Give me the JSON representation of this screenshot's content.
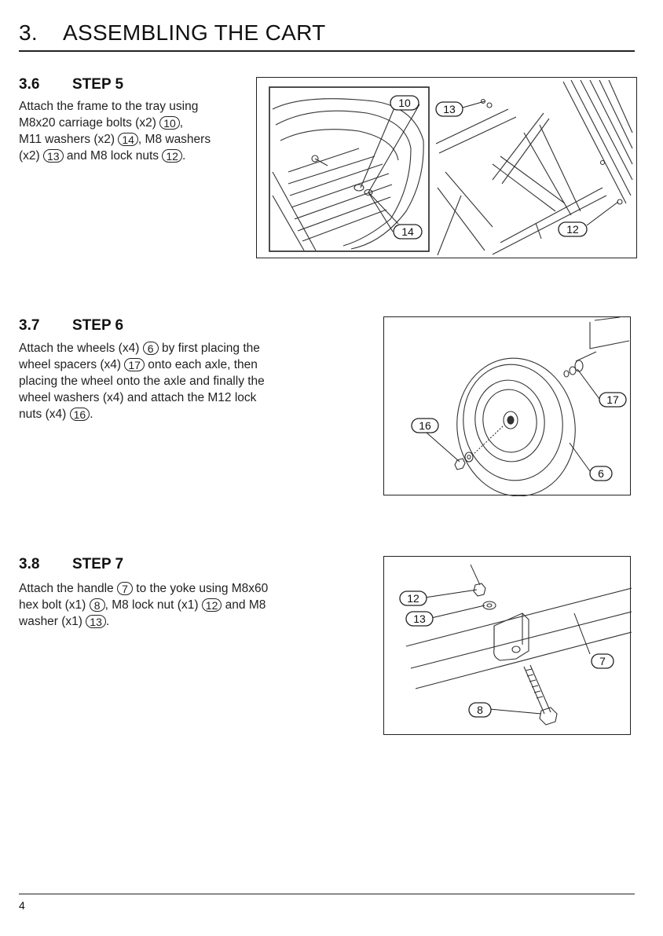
{
  "header": {
    "number": "3.",
    "title": "ASSEMBLING THE CART"
  },
  "steps": [
    {
      "section": "3.6",
      "title": "STEP 5",
      "text": [
        [
          "Attach the frame to the tray using"
        ],
        [
          "M8x20 carriage bolts (x2) ",
          {
            "ref": "10"
          },
          ","
        ],
        [
          "M11 washers (x2) ",
          {
            "ref": "14"
          },
          ", M8 washers"
        ],
        [
          "(x2) ",
          {
            "ref": "13"
          },
          " and M8 lock nuts ",
          {
            "ref": "12"
          },
          "."
        ]
      ],
      "figure_callouts": [
        "10",
        "13",
        "14",
        "12"
      ]
    },
    {
      "section": "3.7",
      "title": "STEP 6",
      "text": [
        [
          "Attach the wheels (x4) ",
          {
            "ref": "6"
          },
          " by first placing the"
        ],
        [
          "wheel spacers (x4) ",
          {
            "ref": "17"
          },
          " onto each axle, then"
        ],
        [
          "placing the wheel onto the axle and finally the"
        ],
        [
          "wheel washers (x4) and attach the M12 lock"
        ],
        [
          "nuts (x4) ",
          {
            "ref": "16"
          },
          "."
        ]
      ],
      "figure_callouts": [
        "17",
        "16",
        "6"
      ]
    },
    {
      "section": "3.8",
      "title": "STEP 7",
      "text": [
        [
          "Attach the handle ",
          {
            "ref": "7"
          },
          " to the yoke using M8x60"
        ],
        [
          "hex bolt (x1) ",
          {
            "ref": "8"
          },
          ", M8 lock nut (x1) ",
          {
            "ref": "12"
          },
          " and M8"
        ],
        [
          "washer (x1) ",
          {
            "ref": "13"
          },
          "."
        ]
      ],
      "figure_callouts": [
        "12",
        "13",
        "7",
        "8"
      ]
    }
  ],
  "footer": {
    "page_number": "4"
  }
}
